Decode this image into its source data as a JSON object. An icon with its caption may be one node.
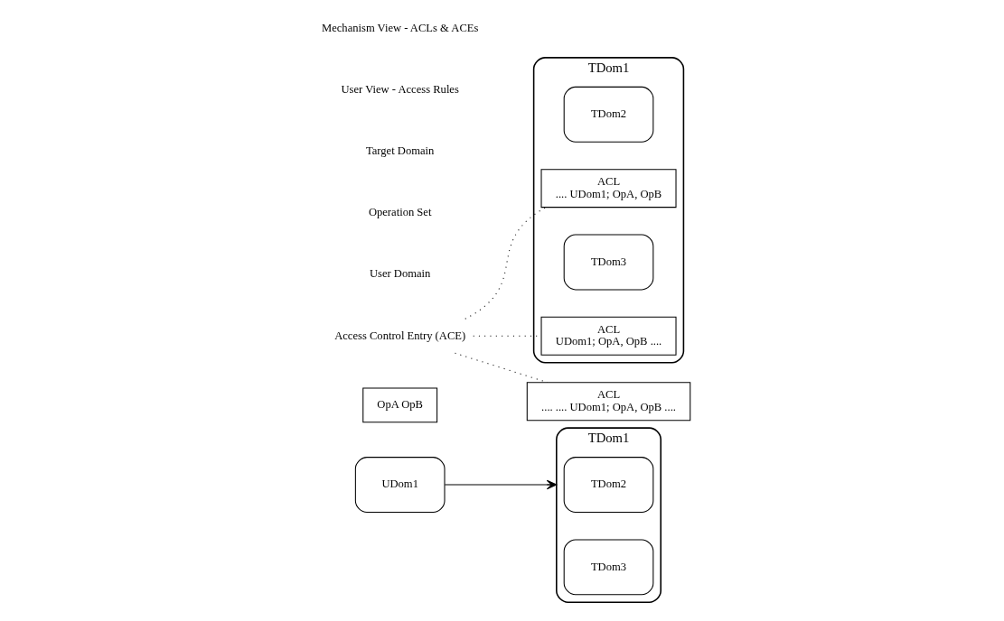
{
  "diagram": {
    "nodes": [
      {
        "text": [
          "UDom1"
        ]
      },
      {
        "text": [
          "OpA OpB"
        ]
      },
      {
        "text": [
          "TDom1"
        ]
      },
      {
        "text": [
          "TDom2"
        ],
        "in": 2
      },
      {
        "text": [
          "TDom3"
        ],
        "in": 2
      },
      {
        "text": [
          "TDom1"
        ]
      },
      {
        "text": [
          "TDom2"
        ],
        "in": 5
      },
      {
        "text": [
          "ACL",
          ".... UDom1; OpA, OpB"
        ],
        "in": 5
      },
      {
        "text": [
          "TDom3"
        ],
        "in": 5
      },
      {
        "text": [
          "ACL",
          "UDom1; OpA, OpB ...."
        ],
        "in": 5
      },
      {
        "text": [
          "ACL",
          ".... .... UDom1; OpA, OpB ...."
        ]
      },
      {
        "text": [
          "Access Control Entry (ACE)"
        ]
      }
    ],
    "edges": [
      {
        "from": 0,
        "to": 2,
        "arrow": "to"
      },
      {
        "from": 11,
        "to": 7,
        "arrow": "none",
        "style": "dashed"
      },
      {
        "from": 11,
        "to": 9,
        "arrow": "none",
        "style": "dashed"
      },
      {
        "from": 11,
        "to": 10,
        "arrow": "none",
        "style": "dashed"
      }
    ],
    "labels": [
      "User Domain",
      "Operation Set",
      "Target Domain",
      "User View - Access Rules",
      "Mechanism View - ACLs & ACEs"
    ]
  }
}
